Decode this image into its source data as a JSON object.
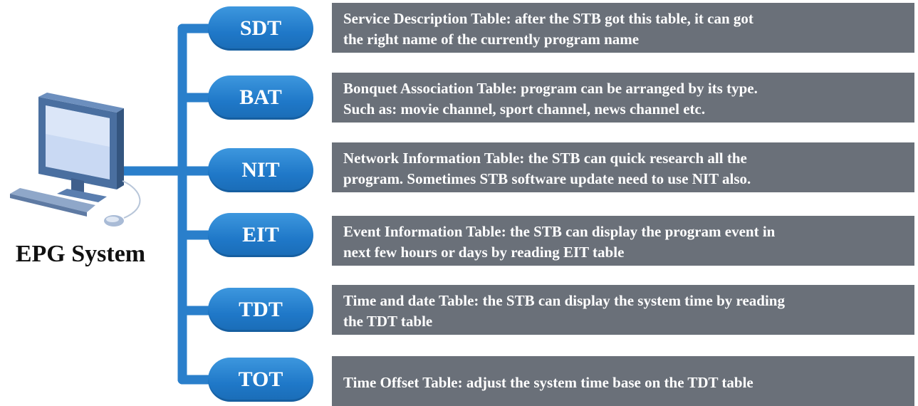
{
  "system": {
    "title": "EPG System",
    "icon": "desktop-computer-icon"
  },
  "colors": {
    "accent_blue": "#2a85d2",
    "connector_blue": "#2a7fcb",
    "description_bg": "#6a7079",
    "text_light": "#ffffff"
  },
  "tables": [
    {
      "abbr": "SDT",
      "line1": "Service Description Table: after the STB got this table, it can got",
      "line2": "the right name of the currently program name"
    },
    {
      "abbr": "BAT",
      "line1": "Bonquet Association Table: program can be arranged by its type.",
      "line2": "Such as: movie channel, sport channel, news channel etc."
    },
    {
      "abbr": "NIT",
      "line1": "Network Information Table: the STB can quick research all the",
      "line2": "program. Sometimes STB software update need to use NIT also."
    },
    {
      "abbr": "EIT",
      "line1": "Event Information Table: the STB can display the program event in",
      "line2": "next few hours or days by reading EIT table"
    },
    {
      "abbr": "TDT",
      "line1": "Time and date Table: the STB can display the system time by reading",
      "line2": "the TDT table"
    },
    {
      "abbr": "TOT",
      "line1": "Time Offset Table: adjust the system time base on the TDT table",
      "line2": ""
    }
  ]
}
